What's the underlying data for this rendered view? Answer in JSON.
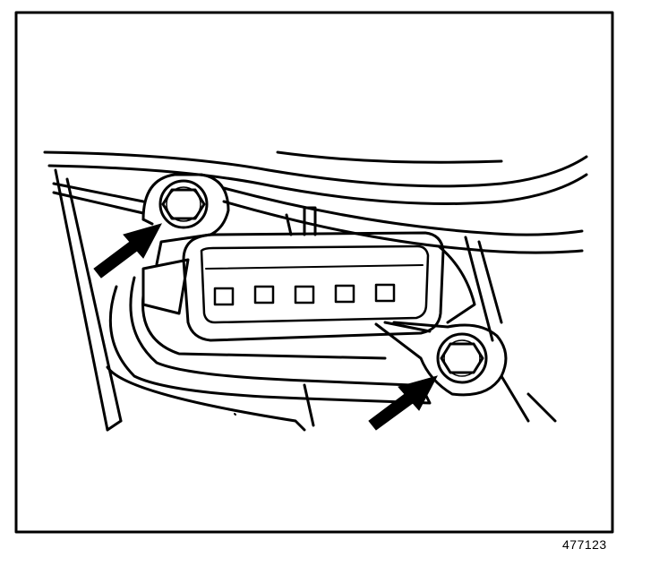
{
  "figure": {
    "id_label": "477123",
    "line_color": "#000000",
    "background": "#ffffff",
    "callouts": [
      {
        "name": "arrow-upper-bolt",
        "target": "upper-mounting-bolt"
      },
      {
        "name": "arrow-lower-bolt",
        "target": "lower-mounting-bolt"
      }
    ]
  }
}
